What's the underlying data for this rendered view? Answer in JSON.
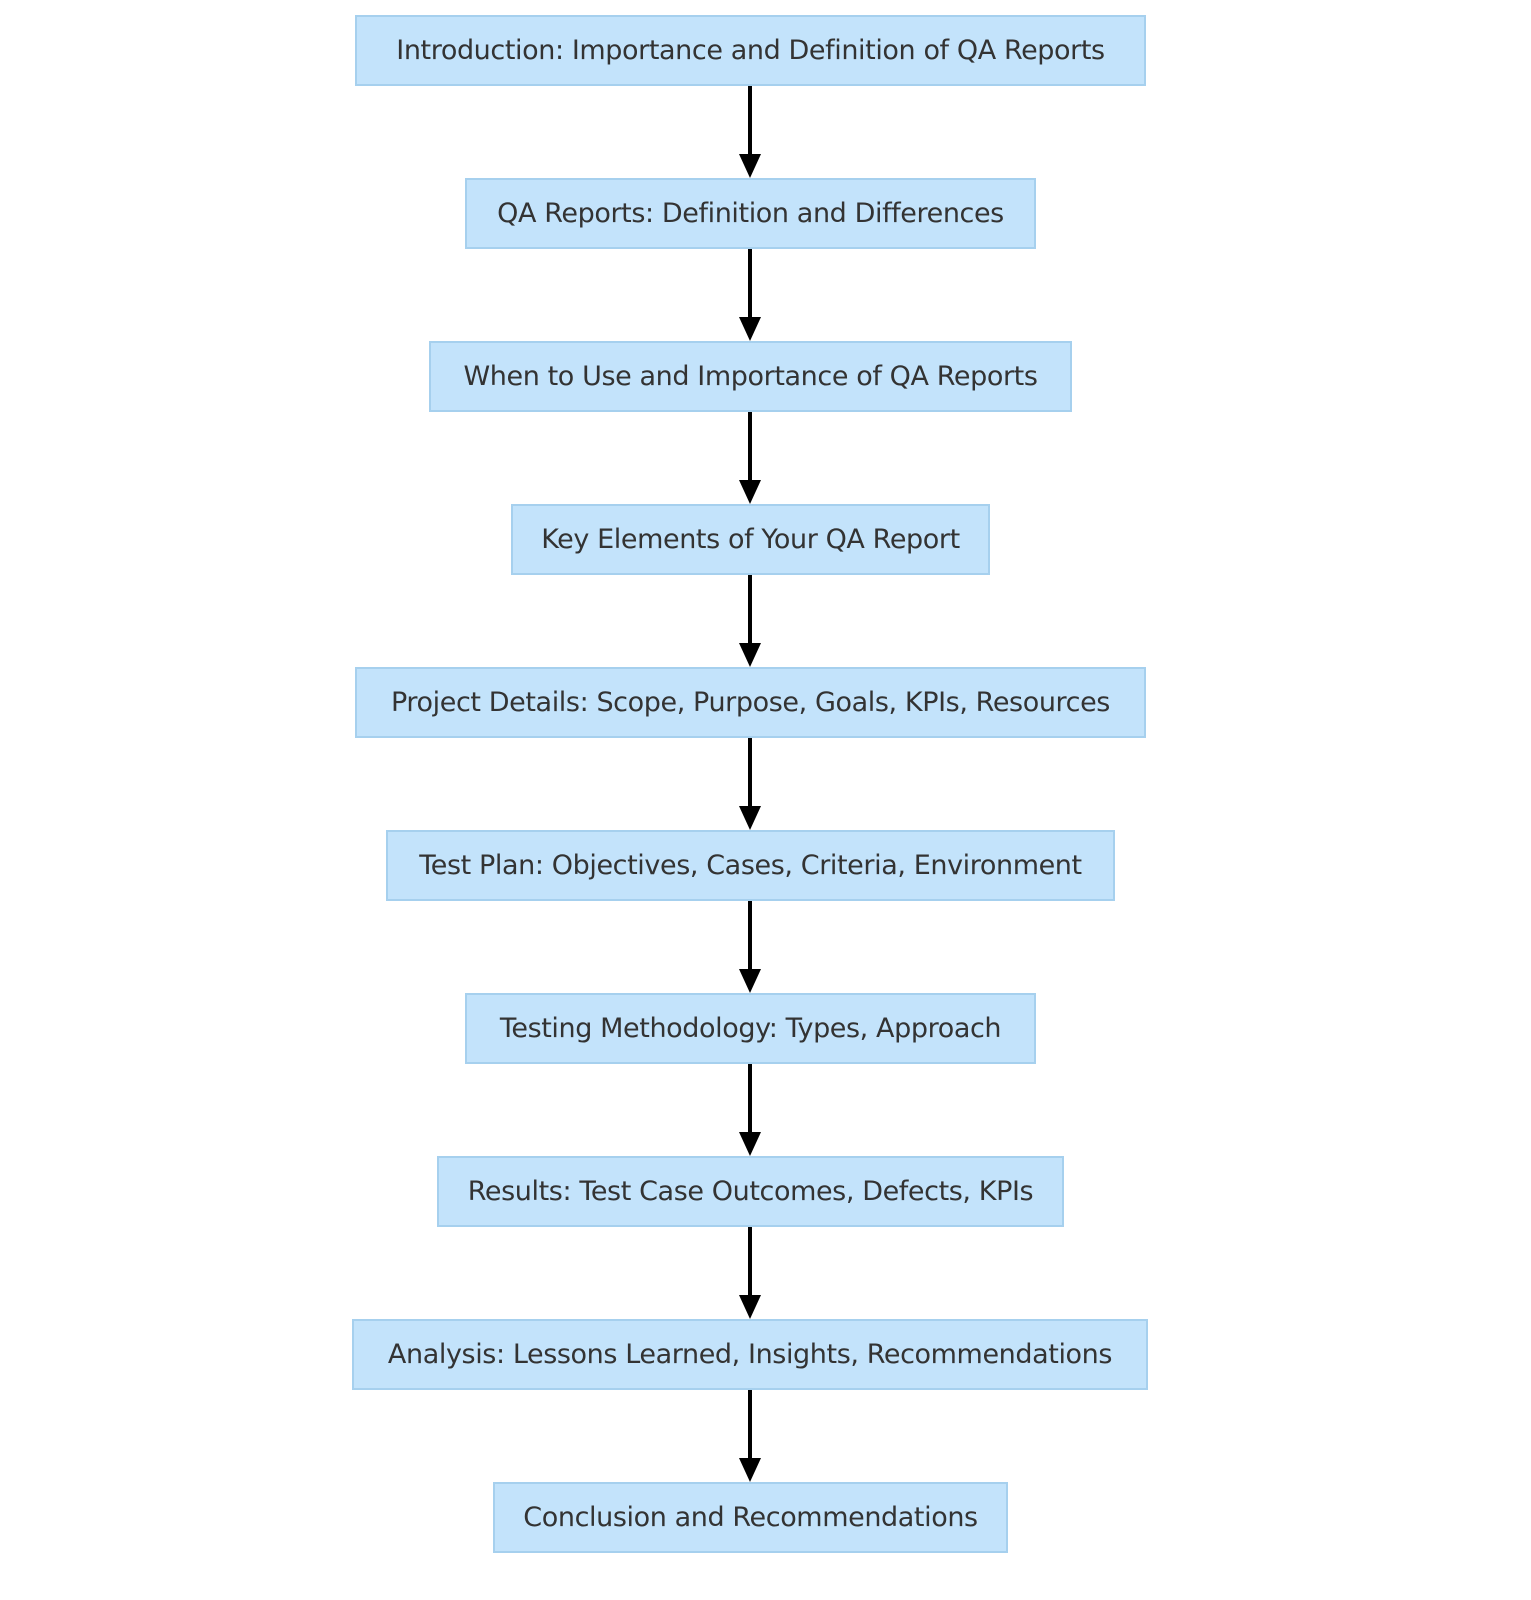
{
  "diagram": {
    "type": "flowchart",
    "direction": "top-to-bottom",
    "colors": {
      "node_fill": "#c3e3fb",
      "node_border": "#a6d0ee",
      "text": "#333333",
      "edge": "#000000"
    },
    "nodes": [
      {
        "id": "n1",
        "label": "Introduction: Importance and Definition of QA Reports"
      },
      {
        "id": "n2",
        "label": "QA Reports: Definition and Differences"
      },
      {
        "id": "n3",
        "label": "When to Use and Importance of QA Reports"
      },
      {
        "id": "n4",
        "label": "Key Elements of Your QA Report"
      },
      {
        "id": "n5",
        "label": "Project Details: Scope, Purpose, Goals, KPIs, Resources"
      },
      {
        "id": "n6",
        "label": "Test Plan: Objectives, Cases, Criteria, Environment"
      },
      {
        "id": "n7",
        "label": "Testing Methodology: Types, Approach"
      },
      {
        "id": "n8",
        "label": "Results: Test Case Outcomes, Defects, KPIs"
      },
      {
        "id": "n9",
        "label": "Analysis: Lessons Learned, Insights, Recommendations"
      },
      {
        "id": "n10",
        "label": "Conclusion and Recommendations"
      }
    ],
    "edges": [
      {
        "from": "n1",
        "to": "n2"
      },
      {
        "from": "n2",
        "to": "n3"
      },
      {
        "from": "n3",
        "to": "n4"
      },
      {
        "from": "n4",
        "to": "n5"
      },
      {
        "from": "n5",
        "to": "n6"
      },
      {
        "from": "n6",
        "to": "n7"
      },
      {
        "from": "n7",
        "to": "n8"
      },
      {
        "from": "n8",
        "to": "n9"
      },
      {
        "from": "n9",
        "to": "n10"
      }
    ]
  }
}
